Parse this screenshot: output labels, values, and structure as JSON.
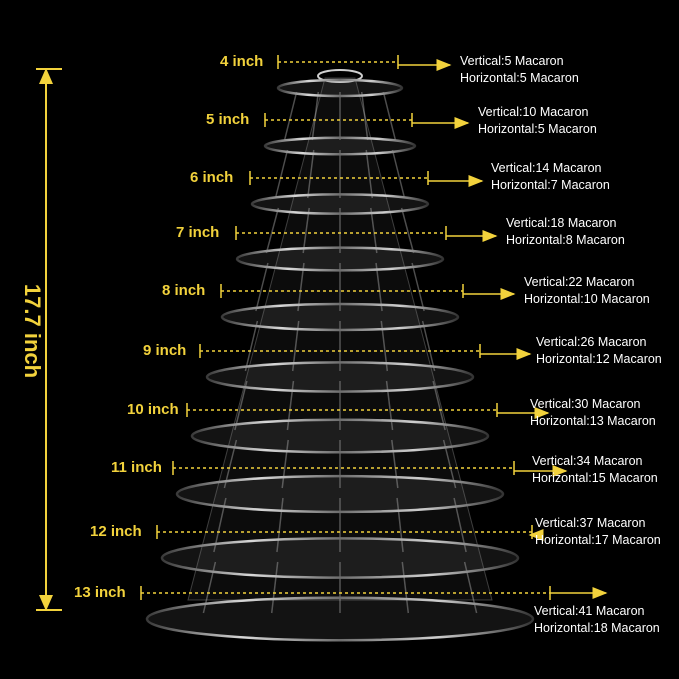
{
  "height_label": "17.7 inch",
  "colors": {
    "accent": "#f2d23c",
    "text": "#ffffff",
    "background": "#000000"
  },
  "tiers": [
    {
      "size": "4 inch",
      "vertical": "Vertical:5 Macaron",
      "horizontal": "Horizontal:5 Macaron"
    },
    {
      "size": "5 inch",
      "vertical": "Vertical:10 Macaron",
      "horizontal": "Horizontal:5 Macaron"
    },
    {
      "size": "6 inch",
      "vertical": "Vertical:14 Macaron",
      "horizontal": "Horizontal:7 Macaron"
    },
    {
      "size": "7 inch",
      "vertical": "Vertical:18 Macaron",
      "horizontal": "Horizontal:8 Macaron"
    },
    {
      "size": "8 inch",
      "vertical": "Vertical:22 Macaron",
      "horizontal": "Horizontal:10 Macaron"
    },
    {
      "size": "9 inch",
      "vertical": "Vertical:26 Macaron",
      "horizontal": "Horizontal:12 Macaron"
    },
    {
      "size": "10 inch",
      "vertical": "Vertical:30 Macaron",
      "horizontal": "Horizontal:13 Macaron"
    },
    {
      "size": "11 inch",
      "vertical": "Vertical:34 Macaron",
      "horizontal": "Horizontal:15 Macaron"
    },
    {
      "size": "12 inch",
      "vertical": "Vertical:37 Macaron",
      "horizontal": "Horizontal:17 Macaron"
    },
    {
      "size": "13 inch",
      "vertical": "Vertical:41 Macaron",
      "horizontal": "Horizontal:18 Macaron"
    }
  ]
}
